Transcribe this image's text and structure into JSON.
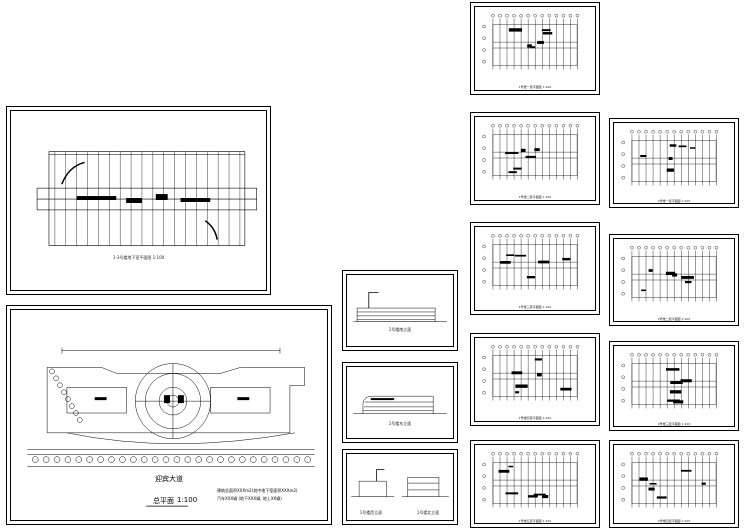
{
  "captions": {
    "floor_plan_main": "1-3号楼地下室平面图 1:100",
    "site_plan_title": "总平面",
    "site_plan_scale": "1:100",
    "road_name": "迎宾大道",
    "site_note_1": "建筑总面积XXXm2(其中地下室面积XXXm2)",
    "site_note_2": "汽车XXX辆 (地下XXX辆, 地上XX辆)",
    "elev_1": "1号楼南立面",
    "elev_2": "1号楼东立面",
    "elev_3a": "1号楼西立面",
    "elev_3b": "1号楼北立面",
    "plan_r1": "1号楼一层平面图 1:100",
    "plan_r2": "1号楼二层平面图 1:100",
    "plan_r3": "1号楼三层平面图 1:100",
    "plan_r4": "1号楼四层平面图 1:100",
    "plan_r5": "1号楼五层平面图 1:100",
    "plan_c1": "2号楼一层平面图 1:100",
    "plan_c2": "2号楼二层平面图 1:100",
    "plan_c3": "2号楼三层平面图 1:100",
    "plan_c4": "2号楼四层平面图 1:100"
  }
}
